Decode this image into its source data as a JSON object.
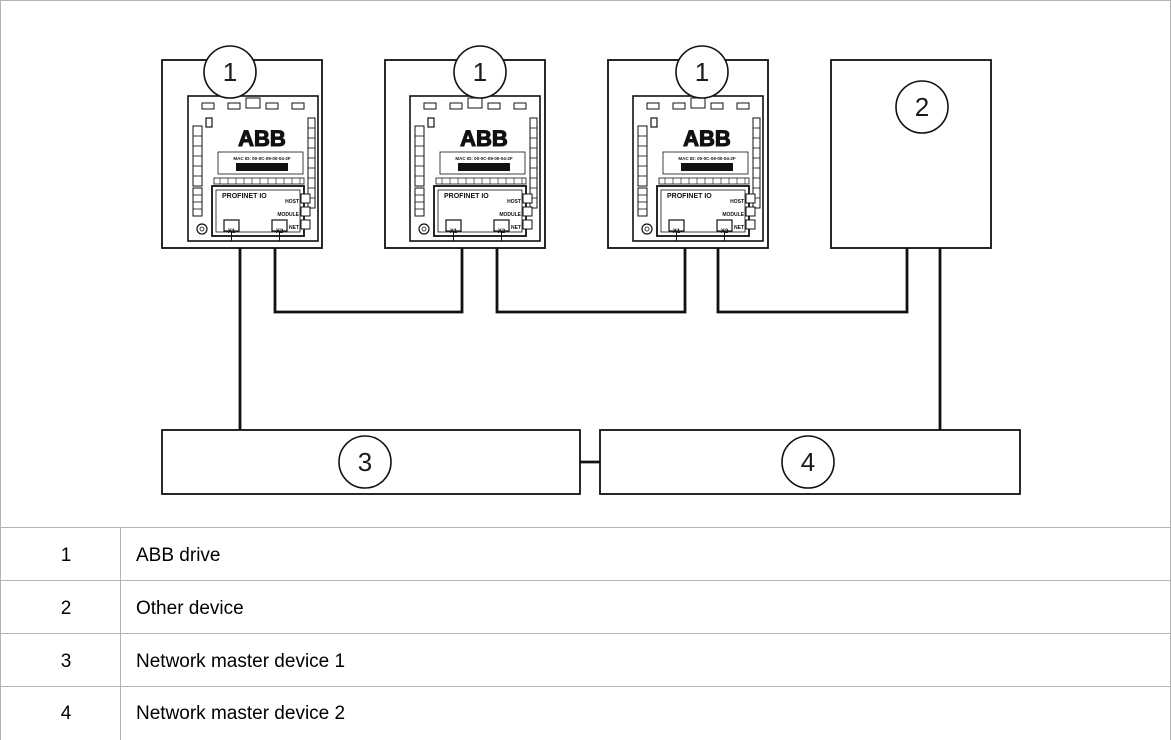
{
  "diagram": {
    "callouts": {
      "drive_a": "1",
      "drive_b": "1",
      "drive_c": "1",
      "other_device": "2",
      "master_1": "3",
      "master_2": "4"
    },
    "module": {
      "brand": "ABB",
      "mac_text": "MAC ID: 00-0C-09-00-04-2F",
      "protocol": "PROFINET IO",
      "led_labels": [
        "HOST",
        "MODULE",
        "NET"
      ],
      "port_labels": [
        "X1",
        "X2"
      ]
    }
  },
  "legend": [
    {
      "number": "1",
      "description": "ABB drive"
    },
    {
      "number": "2",
      "description": "Other device"
    },
    {
      "number": "3",
      "description": "Network master device 1"
    },
    {
      "number": "4",
      "description": "Network master device 2"
    }
  ],
  "colors": {
    "line": "#111111",
    "border": "#b3b3b3",
    "text": "#1a1a1a"
  }
}
